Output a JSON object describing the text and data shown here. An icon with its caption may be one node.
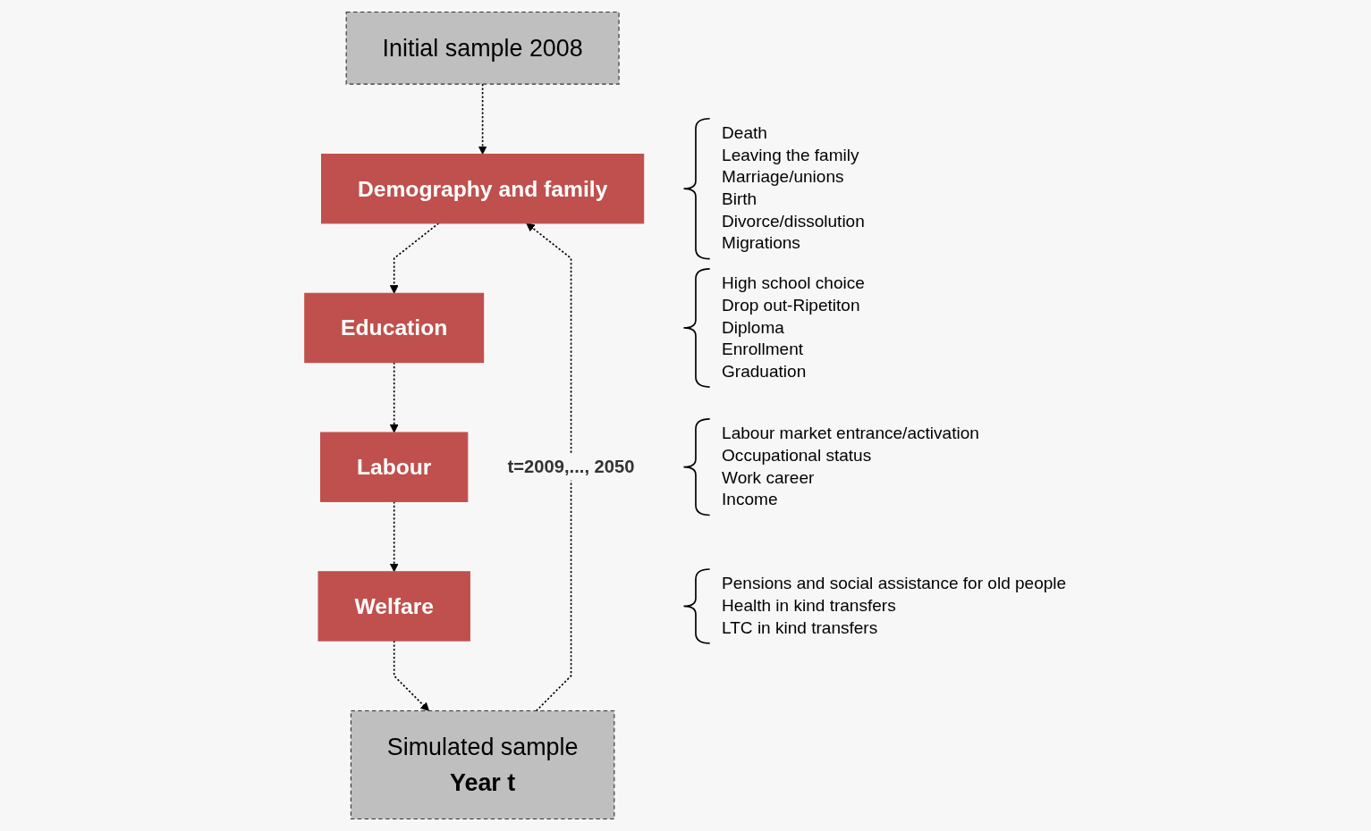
{
  "diagram": {
    "nodes": [
      {
        "text": [
          "Initial sample 2008"
        ]
      },
      {
        "text": [
          "Demography and family"
        ],
        "beside": [
          "Death",
          "Leaving the family",
          "Marriage/unions",
          "Birth",
          "Divorce/dissolution",
          "Migrations"
        ]
      },
      {
        "text": [
          "Education"
        ],
        "beside": [
          "High school choice",
          "Drop out-Ripetiton",
          "Diploma",
          "Enrollment",
          "Graduation"
        ]
      },
      {
        "text": [
          "Labour"
        ],
        "beside": [
          "Labour market entrance/activation",
          "Occupational status",
          "Work career",
          "Income"
        ]
      },
      {
        "text": [
          "Welfare"
        ],
        "beside": [
          "Pensions and social assistance for old people",
          "Health in kind transfers",
          "LTC in kind transfers"
        ]
      },
      {
        "text": [
          "Simulated sample",
          "Year t"
        ]
      }
    ],
    "edges": [
      {
        "from": 0,
        "to": 1,
        "arrow": "to",
        "style": "dashed"
      },
      {
        "from": 1,
        "to": 2,
        "arrow": "to",
        "style": "dashed"
      },
      {
        "from": 2,
        "to": 3,
        "arrow": "to",
        "style": "dashed"
      },
      {
        "from": 3,
        "to": 4,
        "arrow": "to",
        "style": "dashed"
      },
      {
        "from": 4,
        "to": 5,
        "arrow": "to",
        "style": "dashed"
      },
      {
        "from": 5,
        "to": 1,
        "arrow": "to",
        "style": "dashed",
        "label": "t=2009,..., 2050"
      }
    ]
  }
}
